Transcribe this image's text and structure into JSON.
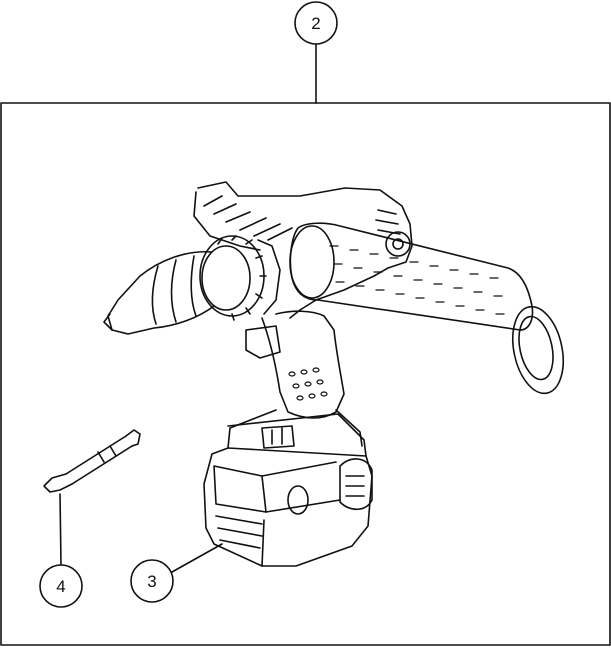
{
  "callouts": {
    "drill": "2",
    "battery": "3",
    "bit": "4"
  },
  "colors": {
    "line": "#111111",
    "background": "#ffffff"
  }
}
